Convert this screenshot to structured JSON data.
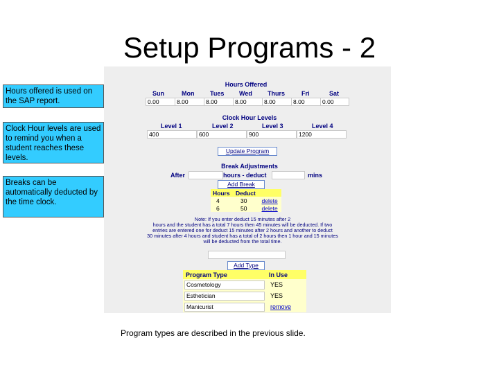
{
  "title": "Setup Programs - 2",
  "callouts": [
    "Hours offered is used on the SAP report.",
    "Clock Hour levels are used to remind you when a student reaches these levels.",
    "Breaks can be automatically deducted by the time clock."
  ],
  "hours_offered": {
    "title": "Hours Offered",
    "days": [
      "Sun",
      "Mon",
      "Tues",
      "Wed",
      "Thurs",
      "Fri",
      "Sat"
    ],
    "values": [
      "0.00",
      "8.00",
      "8.00",
      "8.00",
      "8.00",
      "8.00",
      "0.00"
    ]
  },
  "clock_hour_levels": {
    "title": "Clock Hour Levels",
    "labels": [
      "Level 1",
      "Level 2",
      "Level 3",
      "Level 4"
    ],
    "values": [
      "400",
      "600",
      "900",
      "1200"
    ],
    "update_button": "Update Program"
  },
  "break_adjustments": {
    "title": "Break Adjustments",
    "after_label": "After",
    "hours_deduct_label": "hours - deduct",
    "mins_label": "mins",
    "add_button": "Add Break",
    "headers": [
      "Hours",
      "Deduct"
    ],
    "rows": [
      {
        "hours": "4",
        "deduct": "30",
        "action": "delete"
      },
      {
        "hours": "6",
        "deduct": "50",
        "action": "delete"
      }
    ],
    "note_line1": "Note: If you enter deduct 15 minutes after 2",
    "note_line2": "hours and the student has a total 7 hours then 45 minutes will be deducted. If two",
    "note_line3": "entries are entered one for deduct 15 minutes after 2 hours and another to deduct",
    "note_line4": "30 minutes after 4 hours and student has a total of 2 hours then 1 hour and 15 minutes",
    "note_line5": "will be deducted from the total time."
  },
  "program_types": {
    "add_button": "Add Type",
    "headers": [
      "Program Type",
      "In Use"
    ],
    "rows": [
      {
        "name": "Cosmetology",
        "in_use": "YES",
        "action": ""
      },
      {
        "name": "Esthetician",
        "in_use": "YES",
        "action": ""
      },
      {
        "name": "Manicurist",
        "in_use": "",
        "action": "remove"
      }
    ]
  },
  "caption": "Program types are described in the previous slide.",
  "colors": {
    "callout": "#33ccff",
    "panel": "#eeeeee",
    "header_yellow": "#ffff66",
    "label_navy": "#000080"
  }
}
